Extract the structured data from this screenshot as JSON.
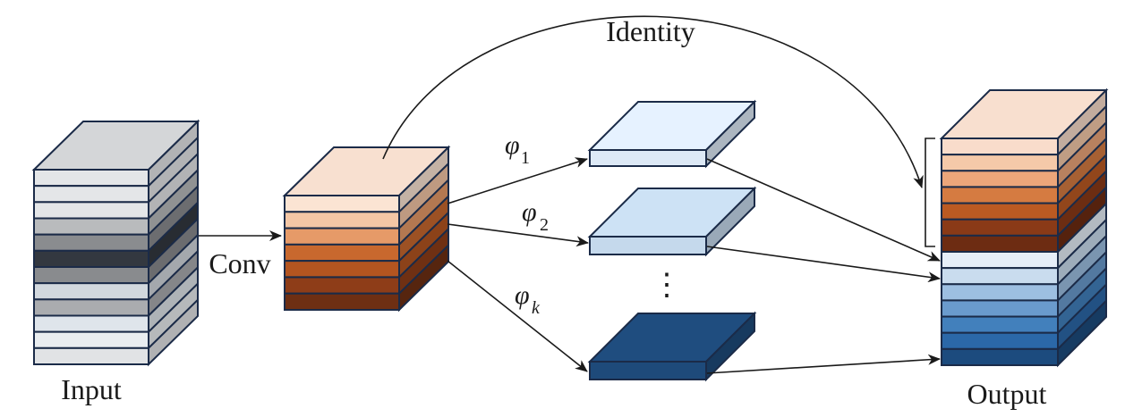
{
  "labels": {
    "input": "Input",
    "conv": "Conv",
    "identity": "Identity",
    "output": "Output",
    "phi_symbol": "φ",
    "phi1_sub": "1",
    "phi2_sub": "2",
    "phik_sub": "k",
    "ellipsis": "⋮"
  },
  "colors": {
    "outline": "#1b2b48",
    "arrow": "#1a1a1a",
    "input_layers": [
      "#e4e6e8",
      "#e4e6e8",
      "#e4e6e8",
      "#b9bbbd",
      "#8a8c8f",
      "#333840",
      "#898b8e",
      "#d2d8de",
      "#aaacaf",
      "#dfe5eb",
      "#e9edf0",
      "#e1e3e5"
    ],
    "input_top": "#d4d6d8",
    "conv_layers": [
      "#fbe4d3",
      "#f3c6a5",
      "#e69a68",
      "#c8682e",
      "#b45520",
      "#8e3d18",
      "#6e2f13"
    ],
    "conv_top": "#f8e0d0",
    "phi1_block": "#dde9f6",
    "phi2_block": "#c5d9ec",
    "phik_block": "#1e4a7a",
    "output_layers": [
      "#f9dccb",
      "#f5c9a9",
      "#eca67a",
      "#d57b41",
      "#bb5a22",
      "#8a3a17",
      "#6d2c12",
      "#e6eef8",
      "#c9dcee",
      "#9dbfe1",
      "#6a9bcd",
      "#4280bc",
      "#2b68a8",
      "#1c4b7e"
    ],
    "output_top": "#f8dfcf"
  }
}
